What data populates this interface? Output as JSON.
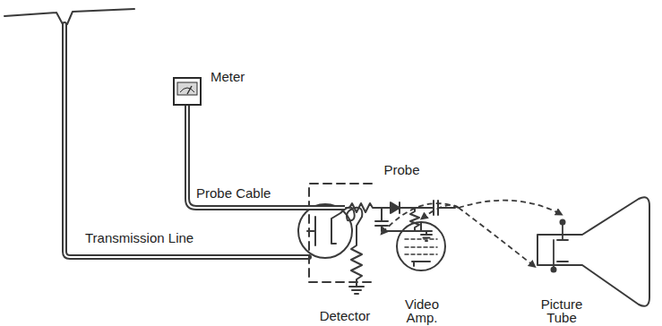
{
  "diagram": {
    "nodes": [
      {
        "text": [
          "Meter"
        ]
      },
      {
        "text": [
          "Probe"
        ]
      },
      {
        "text": [
          "Detector"
        ]
      },
      {
        "text": [
          "Video Amp."
        ]
      },
      {
        "text": [
          "Picture Tube"
        ]
      }
    ],
    "edges": [
      {
        "from": 0,
        "to": 1,
        "arrow": "none",
        "label": "Probe Cable"
      },
      {
        "from": 1,
        "to": 2,
        "arrow": "to"
      },
      {
        "from": 1,
        "to": 3,
        "arrow": "to"
      },
      {
        "from": 1,
        "to": 4,
        "arrow": "to"
      },
      {
        "from": 1,
        "to": 4,
        "arrow": "to"
      }
    ],
    "labels": [
      "Transmission Line"
    ]
  }
}
